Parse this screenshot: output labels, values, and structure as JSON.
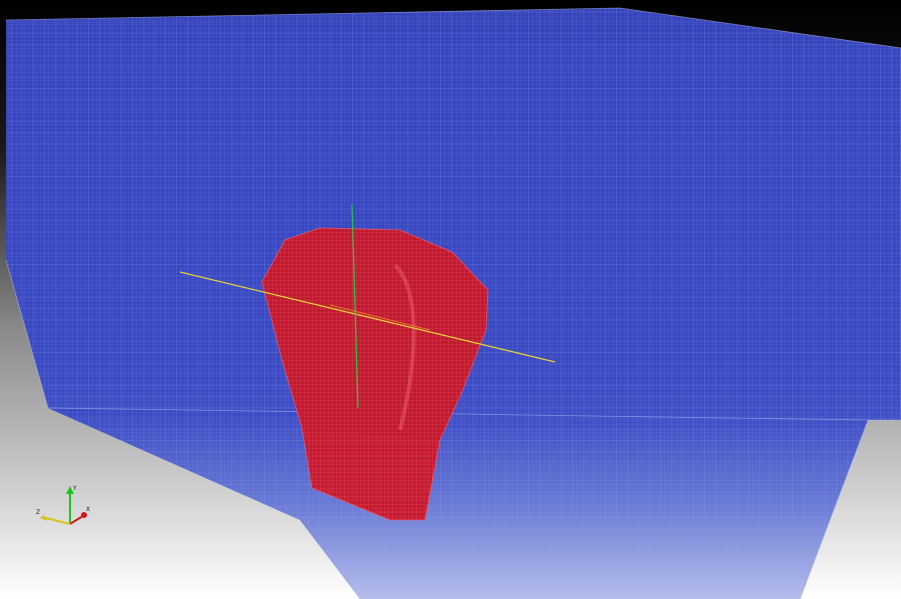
{
  "viewport": {
    "background_top": "#000000",
    "background_bottom": "#ffffff",
    "mesh_color": "#3446c2",
    "mesh_line_color": "#8f9fe6",
    "object_color": "#c21428",
    "object_line_color": "#ff5566"
  },
  "orientation_axes": {
    "x": {
      "label": "X",
      "color": "#d11b1b"
    },
    "y": {
      "label": "Y",
      "color": "#21c421"
    },
    "z": {
      "label": "Z",
      "color": "#d6c21e"
    }
  },
  "center_axes": {
    "x_color": "#e8d23a",
    "y_color": "#2cc24a",
    "z_color": "#e0a030"
  }
}
